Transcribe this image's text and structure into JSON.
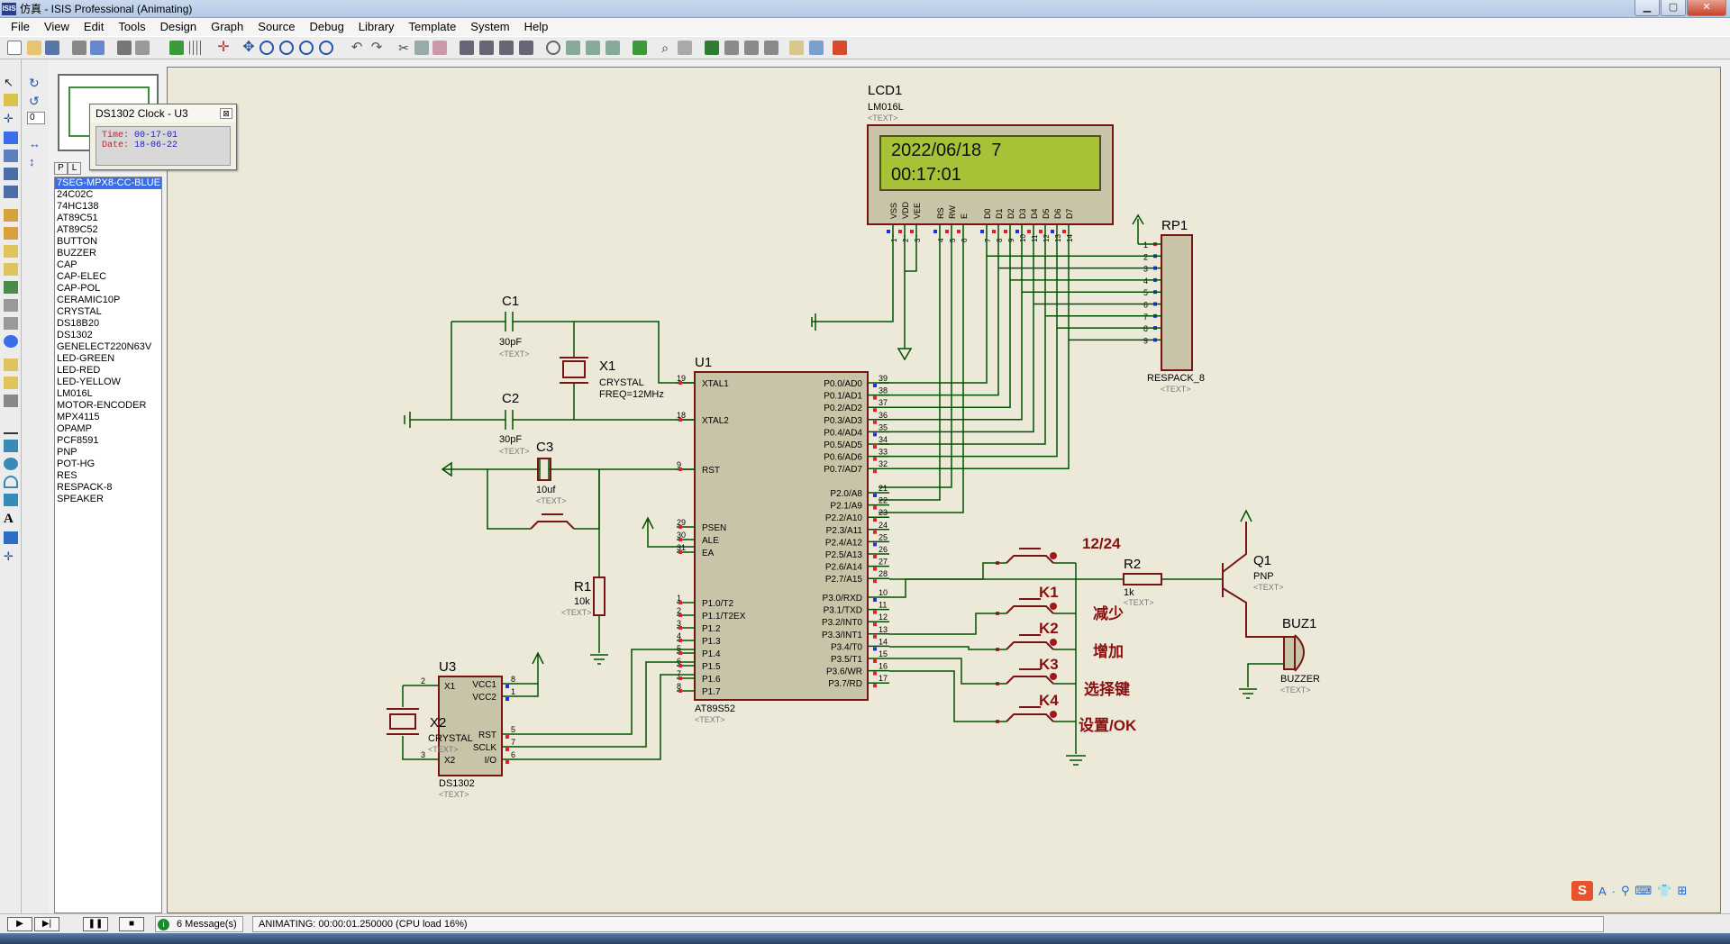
{
  "window": {
    "app_icon": "ISIS",
    "title": "仿真 - ISIS Professional (Animating)",
    "buttons": [
      "minimize-button",
      "maximize-button",
      "close-button"
    ]
  },
  "menu": [
    "File",
    "View",
    "Edit",
    "Tools",
    "Design",
    "Graph",
    "Source",
    "Debug",
    "Library",
    "Template",
    "System",
    "Help"
  ],
  "rotation_value": "0",
  "device_tabs": [
    "P",
    "L"
  ],
  "devices": [
    "7SEG-MPX8-CC-BLUE",
    "24C02C",
    "74HC138",
    "AT89C51",
    "AT89C52",
    "BUTTON",
    "BUZZER",
    "CAP",
    "CAP-ELEC",
    "CAP-POL",
    "CERAMIC10P",
    "CRYSTAL",
    "DS18B20",
    "DS1302",
    "GENELECT220N63V",
    "LED-GREEN",
    "LED-RED",
    "LED-YELLOW",
    "LM016L",
    "MOTOR-ENCODER",
    "MPX4115",
    "OPAMP",
    "PCF8591",
    "PNP",
    "POT-HG",
    "RES",
    "RESPACK-8",
    "SPEAKER"
  ],
  "selected_device": "7SEG-MPX8-CC-BLUE",
  "popup": {
    "title": "DS1302 Clock - U3",
    "time_label": "Time:",
    "time_value": "00-17-01",
    "date_label": "Date:",
    "date_value": "18-06-22"
  },
  "schematic": {
    "text_placeholder": "<TEXT>",
    "lcd": {
      "ref": "LCD1",
      "part": "LM016L",
      "line1": "2022/06/18  7",
      "line2": "00:17:01",
      "pin_names": [
        "VSS",
        "VDD",
        "VEE",
        "RS",
        "RW",
        "E",
        "D0",
        "D1",
        "D2",
        "D3",
        "D4",
        "D5",
        "D6",
        "D7"
      ],
      "pin_numbers": [
        "1",
        "2",
        "3",
        "4",
        "5",
        "6",
        "7",
        "8",
        "9",
        "10",
        "11",
        "12",
        "13",
        "14"
      ]
    },
    "rp1": {
      "ref": "RP1",
      "part": "RESPACK_8",
      "pins": [
        "1",
        "2",
        "3",
        "4",
        "5",
        "6",
        "7",
        "8",
        "9"
      ]
    },
    "c1": {
      "ref": "C1",
      "value": "30pF"
    },
    "c2": {
      "ref": "C2",
      "value": "30pF"
    },
    "c3": {
      "ref": "C3",
      "value": "10uf"
    },
    "x1": {
      "ref": "X1",
      "part": "CRYSTAL",
      "freq": "FREQ=12MHz"
    },
    "r1": {
      "ref": "R1",
      "value": "10k"
    },
    "r2": {
      "ref": "R2",
      "value": "1k"
    },
    "q1": {
      "ref": "Q1",
      "part": "PNP"
    },
    "buz1": {
      "ref": "BUZ1",
      "part": "BUZZER"
    },
    "u1": {
      "ref": "U1",
      "part": "AT89S52",
      "left_pins": [
        {
          "num": "19",
          "name": "XTAL1"
        },
        {
          "num": "18",
          "name": "XTAL2"
        },
        {
          "num": "9",
          "name": "RST"
        },
        {
          "num": "29",
          "name": "PSEN"
        },
        {
          "num": "30",
          "name": "ALE"
        },
        {
          "num": "31",
          "name": "EA"
        },
        {
          "num": "1",
          "name": "P1.0/T2"
        },
        {
          "num": "2",
          "name": "P1.1/T2EX"
        },
        {
          "num": "3",
          "name": "P1.2"
        },
        {
          "num": "4",
          "name": "P1.3"
        },
        {
          "num": "5",
          "name": "P1.4"
        },
        {
          "num": "6",
          "name": "P1.5"
        },
        {
          "num": "7",
          "name": "P1.6"
        },
        {
          "num": "8",
          "name": "P1.7"
        }
      ],
      "right_pins": [
        {
          "num": "39",
          "name": "P0.0/AD0"
        },
        {
          "num": "38",
          "name": "P0.1/AD1"
        },
        {
          "num": "37",
          "name": "P0.2/AD2"
        },
        {
          "num": "36",
          "name": "P0.3/AD3"
        },
        {
          "num": "35",
          "name": "P0.4/AD4"
        },
        {
          "num": "34",
          "name": "P0.5/AD5"
        },
        {
          "num": "33",
          "name": "P0.6/AD6"
        },
        {
          "num": "32",
          "name": "P0.7/AD7"
        },
        {
          "num": "21",
          "name": "P2.0/A8"
        },
        {
          "num": "22",
          "name": "P2.1/A9"
        },
        {
          "num": "23",
          "name": "P2.2/A10"
        },
        {
          "num": "24",
          "name": "P2.3/A11"
        },
        {
          "num": "25",
          "name": "P2.4/A12"
        },
        {
          "num": "26",
          "name": "P2.5/A13"
        },
        {
          "num": "27",
          "name": "P2.6/A14"
        },
        {
          "num": "28",
          "name": "P2.7/A15"
        },
        {
          "num": "10",
          "name": "P3.0/RXD"
        },
        {
          "num": "11",
          "name": "P3.1/TXD"
        },
        {
          "num": "12",
          "name": "P3.2/INT0"
        },
        {
          "num": "13",
          "name": "P3.3/INT1"
        },
        {
          "num": "14",
          "name": "P3.4/T0"
        },
        {
          "num": "15",
          "name": "P3.5/T1"
        },
        {
          "num": "16",
          "name": "P3.6/WR"
        },
        {
          "num": "17",
          "name": "P3.7/RD"
        }
      ]
    },
    "u3": {
      "ref": "U3",
      "part": "DS1302",
      "left_pins": [
        {
          "num": "2",
          "name": "X1"
        },
        {
          "num": "3",
          "name": "X2"
        }
      ],
      "right_pins": [
        {
          "num": "8",
          "name": "VCC1"
        },
        {
          "num": "1",
          "name": "VCC2"
        },
        {
          "num": "5",
          "name": "RST"
        },
        {
          "num": "7",
          "name": "SCLK"
        },
        {
          "num": "6",
          "name": "I/O"
        }
      ]
    },
    "x2": {
      "ref": "X2",
      "part": "CRYSTAL"
    },
    "keys": {
      "k1": "K1",
      "k2": "K2",
      "k3": "K3",
      "k4": "K4",
      "label_1224": "12/24",
      "label_dec": "减少",
      "label_inc": "增加",
      "label_select": "选择键",
      "label_ok": "设置/OK"
    }
  },
  "status": {
    "messages": "6 Message(s)",
    "animation": "ANIMATING: 00:00:01.250000 (CPU load 16%)"
  },
  "ime": {
    "logo": "S",
    "items": [
      "A",
      "·",
      "⚲",
      "⌨",
      "👕",
      "⊞"
    ]
  }
}
